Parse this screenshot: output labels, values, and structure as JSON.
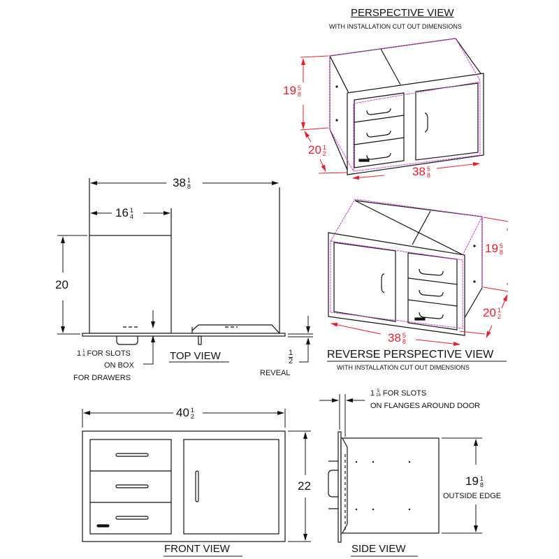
{
  "colors": {
    "line": "#111111",
    "dimension_red": "#e8202a",
    "cutout_magenta": "#d63ce0",
    "background": "#ffffff"
  },
  "perspective_view": {
    "title": "PERSPECTIVE VIEW",
    "subtitle": "WITH INSTALLATION CUT OUT DIMENSIONS",
    "height_whole": "19",
    "height_num": "5",
    "height_den": "8",
    "depth_whole": "20",
    "depth_num": "1",
    "depth_den": "2",
    "width_whole": "38",
    "width_num": "5",
    "width_den": "8"
  },
  "reverse_perspective_view": {
    "title": "REVERSE PERSPECTIVE VIEW",
    "subtitle": "WITH  INSTALLATION CUT OUT DIMENSIONS",
    "height_whole": "19",
    "height_num": "5",
    "height_den": "8",
    "depth_whole": "20",
    "depth_num": "1",
    "depth_den": "2",
    "width_whole": "38",
    "width_num": "5",
    "width_den": "8"
  },
  "top_view": {
    "title": "TOP VIEW",
    "overall_whole": "38",
    "overall_num": "1",
    "overall_den": "8",
    "drawer_whole": "16",
    "drawer_num": "1",
    "drawer_den": "4",
    "depth": "20",
    "slots_note_whole": "1",
    "slots_note_num": "1",
    "slots_note_den": "4",
    "slots_note_line1": "FOR SLOTS",
    "slots_note_line2": "ON BOX",
    "slots_note_line3": "FOR DRAWERS",
    "reveal_num": "1",
    "reveal_den": "2",
    "reveal_label": "REVEAL"
  },
  "front_view": {
    "title": "FRONT VIEW",
    "width_whole": "40",
    "width_num": "1",
    "width_den": "2",
    "height": "22"
  },
  "side_view": {
    "title": "SIDE VIEW",
    "slots_whole": "1",
    "slots_num": "5",
    "slots_den": "16",
    "slots_line1": "FOR SLOTS",
    "slots_line2": "ON FLANGES AROUND DOOR",
    "height_whole": "19",
    "height_num": "1",
    "height_den": "8",
    "height_label": "OUTSIDE EDGE"
  }
}
